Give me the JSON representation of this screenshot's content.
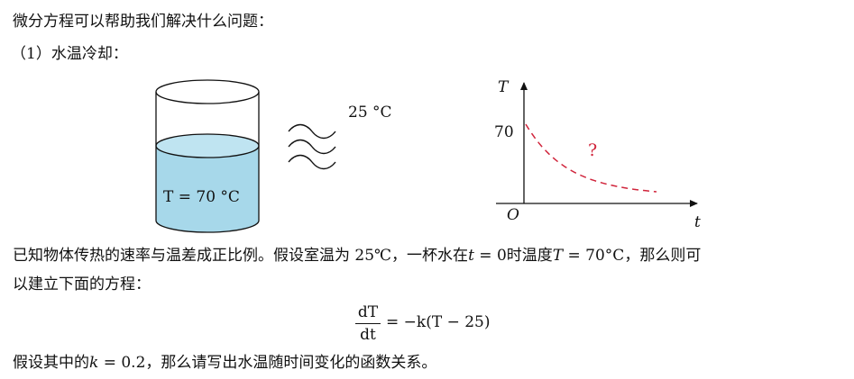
{
  "intro": "微分方程可以帮助我们解决什么问题：",
  "section_label": "（1）水温冷却：",
  "figure": {
    "room_temp_label": "25 °C",
    "cup_temp_label": "T = 70 °C",
    "graph": {
      "y_axis_label": "T",
      "x_axis_label": "t",
      "origin_label": "O",
      "y_tick_label": "70",
      "question_mark": "?",
      "curve_color": "#d0243b"
    },
    "water_color": "#a7d8ea"
  },
  "para1": {
    "line1_a": "已知物体传热的速率与温差成正比例。假设室温为 25℃，一杯水在",
    "line1_t": "t",
    "line1_eq0": " = 0",
    "line1_b": "时温度",
    "line1_T": "T",
    "line1_eq70": " = 70°C",
    "line1_c": "，那么则可",
    "line2": "以建立下面的方程："
  },
  "equation": {
    "numerator": "dT",
    "denominator": "dt",
    "rhs": "= −k(T − 25)"
  },
  "para2": {
    "a": "假设其中的",
    "k": "k",
    "val": " = 0.2",
    "b": "，那么请写出水温随时间变化的函数关系。"
  }
}
